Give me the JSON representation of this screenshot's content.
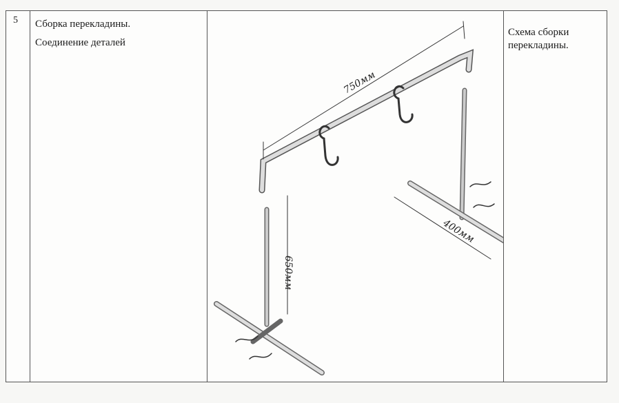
{
  "row": {
    "number": "5",
    "title": "Сборка перекладины.",
    "subtitle": "Соединение деталей",
    "caption": "Схема сборки перекладины."
  },
  "drawing": {
    "dim_crossbar": "750мм",
    "dim_post": "650мм",
    "dim_base": "400мм"
  }
}
